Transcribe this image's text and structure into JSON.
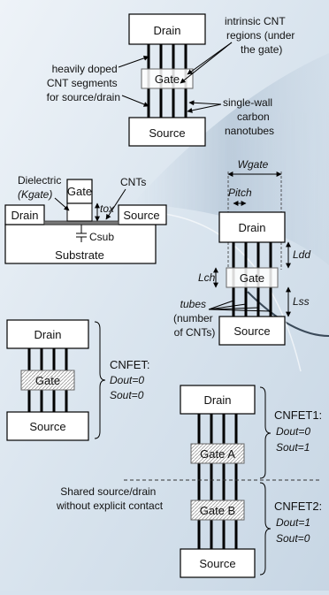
{
  "fig1": {
    "drain": "Drain",
    "gate": "Gate",
    "source": "Source",
    "ann_intrinsic": [
      "intrinsic CNT",
      "regions (under",
      "the gate)"
    ],
    "ann_doped": [
      "heavily doped",
      "CNT segments",
      "for source/drain"
    ],
    "ann_swcnt": [
      "single-wall",
      "carbon",
      "nanotubes"
    ]
  },
  "fig2": {
    "dielectric": "Dielectric",
    "kgate": "(Kgate)",
    "gate": "Gate",
    "tox": "tox",
    "cnts": "CNTs",
    "drain": "Drain",
    "source": "Source",
    "csub": "Csub",
    "substrate": "Substrate"
  },
  "fig3": {
    "wgate": "Wgate",
    "pitch": "Pitch",
    "drain": "Drain",
    "ldd": "Ldd",
    "lch": "Lch",
    "gate": "Gate",
    "lss": "Lss",
    "tubes": [
      "tubes",
      "(number",
      "of CNTs)"
    ],
    "source": "Source"
  },
  "fig4": {
    "drain": "Drain",
    "gate": "Gate",
    "source": "Source",
    "label": "CNFET:",
    "dout": "Dout=0",
    "sout": "Sout=0"
  },
  "fig5": {
    "drain": "Drain",
    "gate_a": "Gate A",
    "gate_b": "Gate B",
    "source": "Source",
    "shared": [
      "Shared source/drain",
      "without explicit contact"
    ],
    "cnfet1": "CNFET1:",
    "cnfet1_dout": "Dout=0",
    "cnfet1_sout": "Sout=1",
    "cnfet2": "CNFET2:",
    "cnfet2_dout": "Dout=1",
    "cnfet2_sout": "Sout=0"
  }
}
